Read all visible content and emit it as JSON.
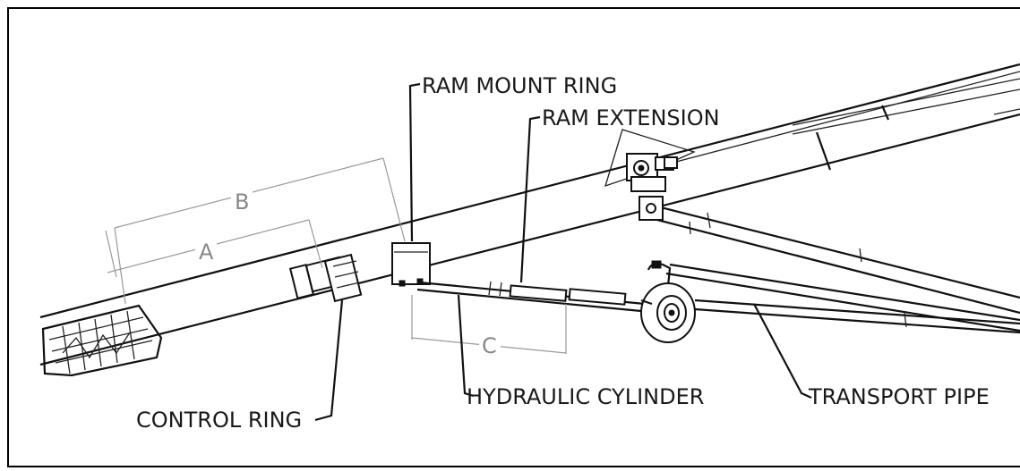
{
  "labels": {
    "ram_mount_ring": "RAM MOUNT RING",
    "ram_extension": "RAM EXTENSION",
    "control_ring": "CONTROL RING",
    "hydraulic_cylinder": "HYDRAULIC CYLINDER",
    "transport_pipe": "TRANSPORT PIPE"
  },
  "dimensions": {
    "a": "A",
    "b": "B",
    "c": "C"
  }
}
